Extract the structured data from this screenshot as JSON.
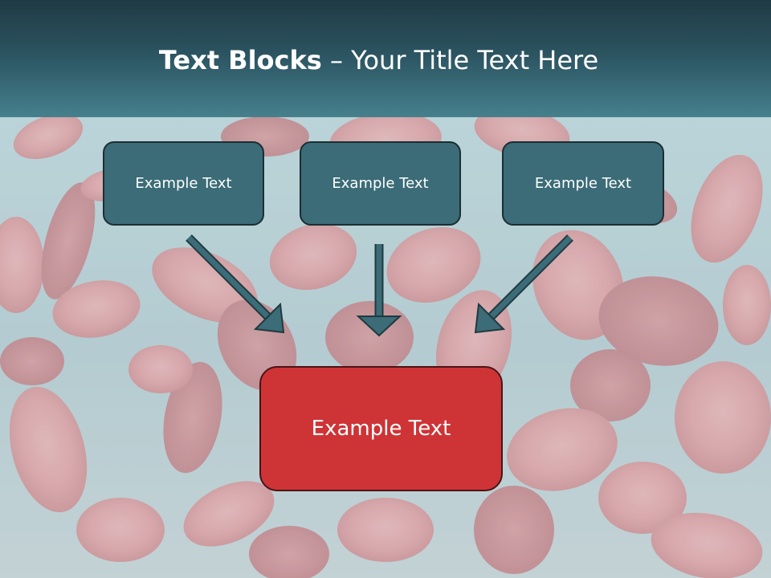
{
  "title": {
    "bold_part": "Text Blocks",
    "rest_part": " – Your Title Text Here"
  },
  "boxes": {
    "top_left": "Example Text",
    "top_center": "Example Text",
    "top_right": "Example Text",
    "bottom": "Example Text"
  },
  "colors": {
    "title_bar": "#2b5360",
    "top_box_fill": "#3b6c77",
    "bottom_box_fill": "#ce3436",
    "arrow": "#3b6c77"
  }
}
